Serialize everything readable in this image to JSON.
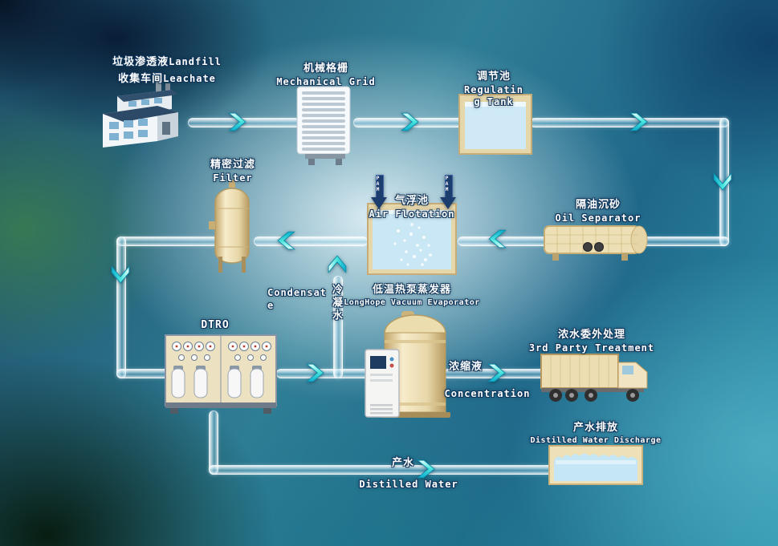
{
  "diagram": {
    "nodes": {
      "factory": {
        "cn1": "垃圾渗透液",
        "en1": "Landfill",
        "cn2": "收集车间",
        "en2": "Leachate"
      },
      "mechanical_grid": {
        "cn": "机械格栅",
        "en": "Mechanical Grid"
      },
      "regulating_tank": {
        "cn": "调节池",
        "en": "Regulating Tank"
      },
      "oil_separator": {
        "cn": "隔油沉砂",
        "en": "Oil Separator"
      },
      "air_flotation": {
        "cn": "气浮池",
        "en": "Air Flotation",
        "dosing": "PAM"
      },
      "filter": {
        "cn": "精密过滤",
        "en": "Filter"
      },
      "dtro": {
        "label": "DTRO"
      },
      "evaporator": {
        "cn": "低温热泵蒸发器",
        "en": "LongHope Vacuum Evaporator"
      },
      "third_party": {
        "cn": "浓水委外处理",
        "en": "3rd Party Treatment"
      },
      "discharge": {
        "cn": "产水排放",
        "en": "Distilled Water Discharge"
      }
    },
    "streams": {
      "condensate": {
        "en": "Condensate",
        "cn": "冷凝水"
      },
      "concentrate": {
        "cn": "浓缩液",
        "en": "Concentration"
      },
      "product_water": {
        "cn": "产水",
        "en": "Distilled Water"
      }
    },
    "colors": {
      "flow_arrow": "#2fd4de",
      "dosing_arrow": "#1c3e6e",
      "pipe": "#cfeef8",
      "equipment_beige": "#e9dcb4",
      "water_blue": "#c9e8f5",
      "label_text": "#ffffff",
      "label_outline": "#10365c"
    }
  }
}
